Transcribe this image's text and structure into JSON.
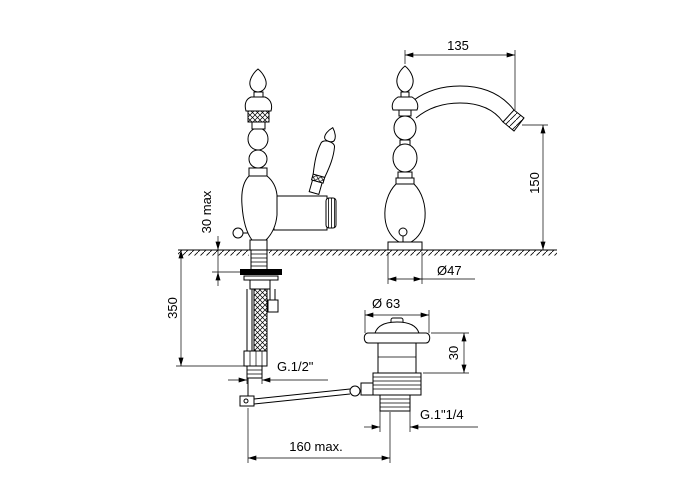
{
  "colors": {
    "line": "#000000",
    "background": "#ffffff"
  },
  "drawing": {
    "dimensions": {
      "spout_reach": "135",
      "spout_height": "150",
      "base_max": "30 max",
      "hose_length": "350",
      "base_diameter": "Ø47",
      "waste_diameter": "Ø 63",
      "waste_height": "30",
      "hose_thread": "G.1/2\"",
      "waste_thread": "G.1\"1/4",
      "rod_length": "160 max."
    }
  }
}
